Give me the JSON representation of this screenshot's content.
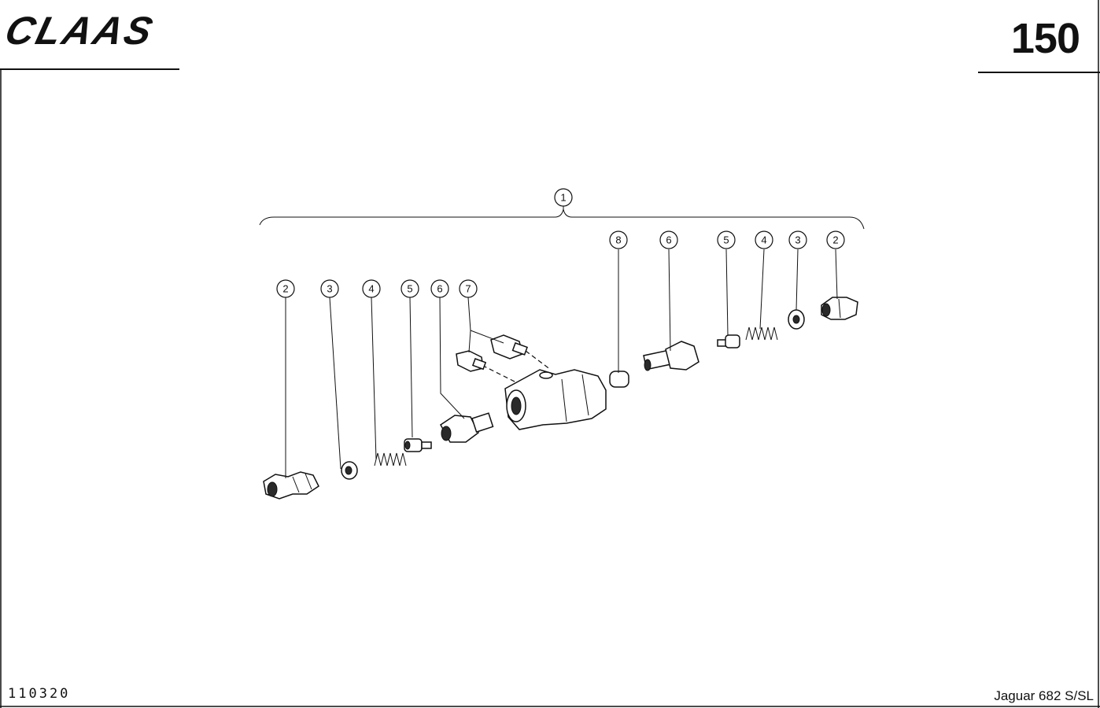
{
  "header": {
    "brand": "CLAAS",
    "page_number": "150"
  },
  "footer": {
    "doc_number": "110320",
    "model": "Jaguar 682 S/SL"
  },
  "callouts": {
    "assembly": "1",
    "left": [
      "2",
      "3",
      "4",
      "5",
      "6",
      "7"
    ],
    "right": [
      "8",
      "6",
      "5",
      "4",
      "3",
      "2"
    ]
  }
}
